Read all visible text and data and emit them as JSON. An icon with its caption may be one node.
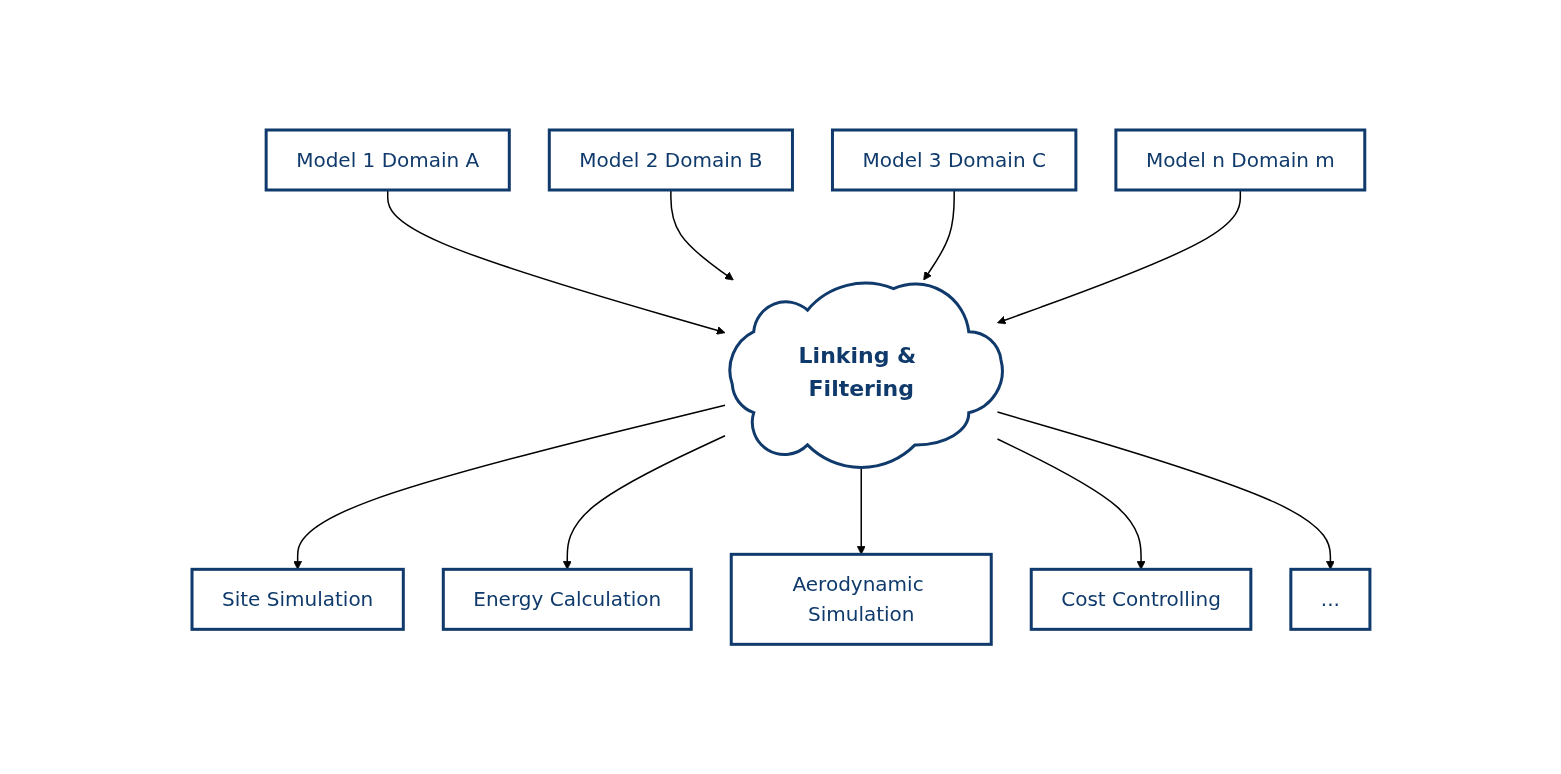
{
  "diagram": {
    "nodes": [
      {
        "text": [
          "Model 1 Domain A"
        ]
      },
      {
        "text": [
          "Model 2 Domain B"
        ]
      },
      {
        "text": [
          "Model 3 Domain C"
        ]
      },
      {
        "text": [
          "Model n Domain m"
        ]
      },
      {
        "text": [
          "Linking & Filtering"
        ]
      },
      {
        "text": [
          "Site Simulation"
        ]
      },
      {
        "text": [
          "Energy Calculation"
        ]
      },
      {
        "text": [
          "Aerodynamic Simulation"
        ]
      },
      {
        "text": [
          "Cost Controlling"
        ]
      },
      {
        "text": [
          "..."
        ]
      }
    ],
    "edges": [
      {
        "from": 0,
        "to": 4,
        "arrow": "to"
      },
      {
        "from": 1,
        "to": 4,
        "arrow": "to"
      },
      {
        "from": 2,
        "to": 4,
        "arrow": "to"
      },
      {
        "from": 3,
        "to": 4,
        "arrow": "to"
      },
      {
        "from": 4,
        "to": 5,
        "arrow": "to"
      },
      {
        "from": 4,
        "to": 6,
        "arrow": "to"
      },
      {
        "from": 4,
        "to": 7,
        "arrow": "to"
      },
      {
        "from": 4,
        "to": 8,
        "arrow": "to"
      },
      {
        "from": 4,
        "to": 9,
        "arrow": "to"
      }
    ]
  }
}
